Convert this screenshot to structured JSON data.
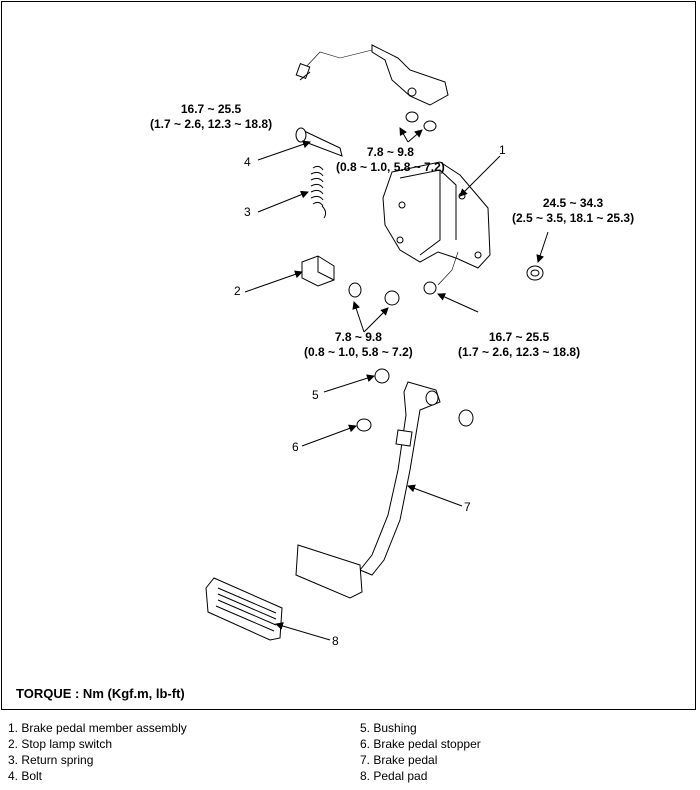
{
  "torque_title": "TORQUE : Nm (Kgf.m, lb-ft)",
  "torques": {
    "bolt_top": {
      "line1": "16.7 ~ 25.5",
      "line2": "(1.7 ~ 2.6, 12.3 ~ 18.8)"
    },
    "nuts_upper": {
      "line1": "7.8 ~ 9.8",
      "line2": "(0.8 ~ 1.0, 5.8 ~ 7.2)"
    },
    "nut_right": {
      "line1": "24.5 ~ 34.3",
      "line2": "(2.5 ~ 3.5, 18.1 ~ 25.3)"
    },
    "nuts_lower": {
      "line1": "7.8 ~ 9.8",
      "line2": "(0.8 ~ 1.0, 5.8 ~ 7.2)"
    },
    "bolt_lower": {
      "line1": "16.7 ~ 25.5",
      "line2": "(1.7 ~ 2.6, 12.3 ~ 18.8)"
    }
  },
  "callouts": [
    "1",
    "2",
    "3",
    "4",
    "5",
    "6",
    "7",
    "8"
  ],
  "legend": [
    "1. Brake pedal member assembly",
    "2. Stop lamp switch",
    "3. Return spring",
    "4. Bolt",
    "5. Bushing",
    "6. Brake pedal stopper",
    "7. Brake pedal",
    "8. Pedal pad"
  ]
}
